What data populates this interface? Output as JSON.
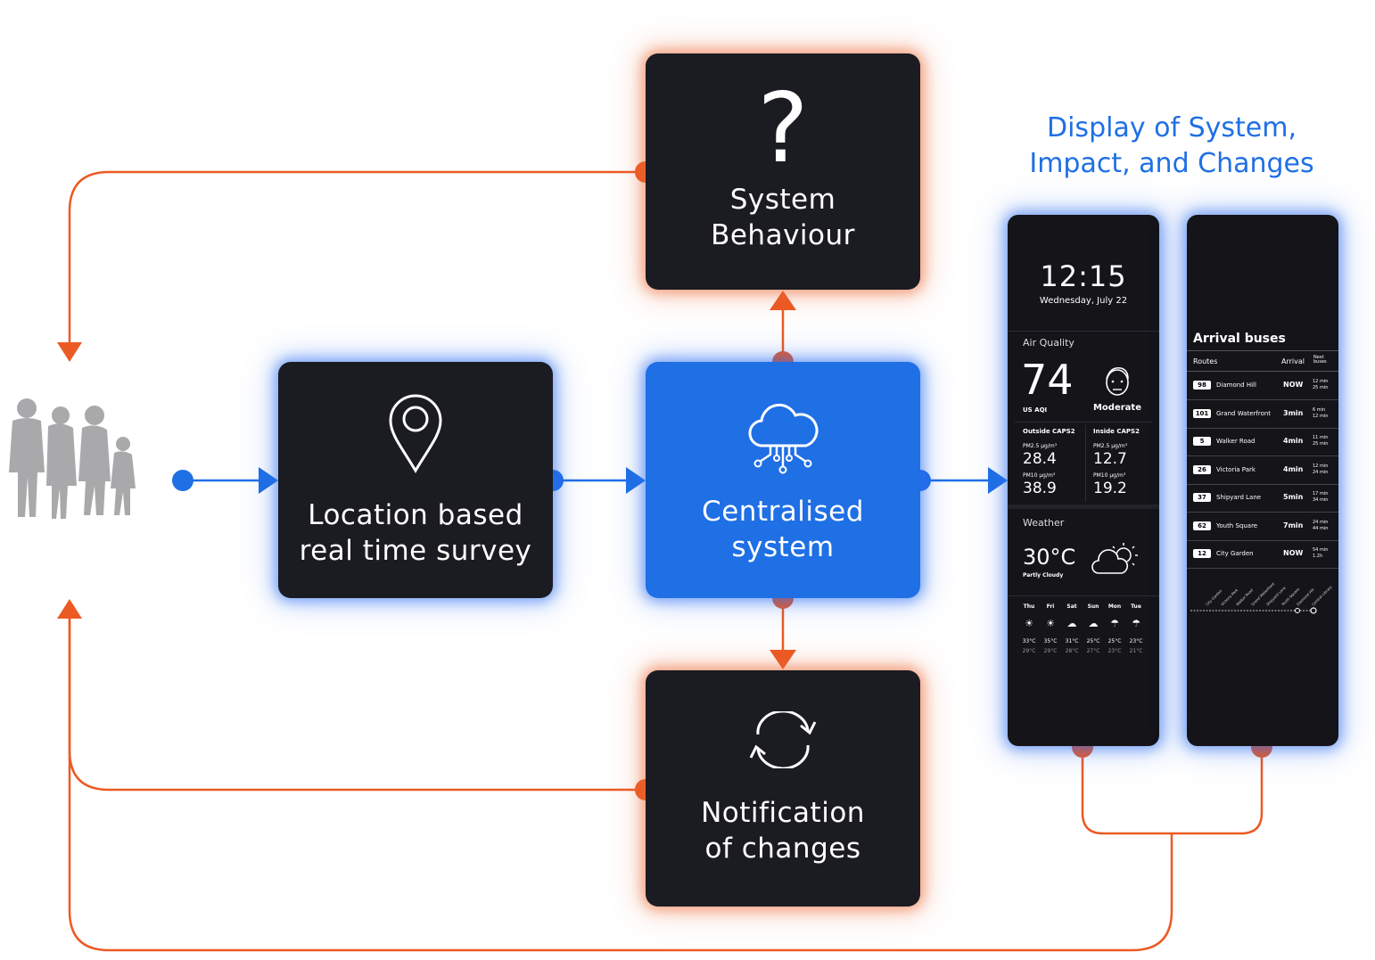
{
  "colors": {
    "orange": "#ec5a24",
    "blue": "#1f6fe5",
    "box": "#1b1b22",
    "panel": "#141419"
  },
  "people": {
    "icon": "family-silhouette-icon"
  },
  "boxes": {
    "behaviour": {
      "icon": "question-mark-icon",
      "glyph": "?",
      "label": "System\nBehaviour"
    },
    "survey": {
      "icon": "location-pin-icon",
      "label": "Location based\nreal time survey"
    },
    "central": {
      "icon": "cloud-network-icon",
      "label": "Centralised\nsystem"
    },
    "notify": {
      "icon": "refresh-cycle-icon",
      "label": "Notification\nof changes"
    }
  },
  "heading": "Display of System,\nImpact, and Changes",
  "weather_panel": {
    "time": "12:15",
    "date": "Wednesday, July 22",
    "air_quality": {
      "title": "Air Quality",
      "value": "74",
      "unit": "US AQI",
      "status": "Moderate",
      "face_icon": "neutral-face-icon",
      "outside": {
        "title": "Outside CAPS2",
        "pm25_label": "PM2.5 μg/m³",
        "pm25": "28.4",
        "pm10_label": "PM10 μg/m³",
        "pm10": "38.9"
      },
      "inside": {
        "title": "Inside CAPS2",
        "pm25_label": "PM2.5 μg/m³",
        "pm25": "12.7",
        "pm10_label": "PM10 μg/m³",
        "pm10": "19.2"
      }
    },
    "weather": {
      "title": "Weather",
      "temp": "30°C",
      "condition": "Partly Cloudy",
      "icon": "partly-cloudy-icon"
    },
    "forecast": [
      {
        "day": "Thu",
        "icon": "sun-icon",
        "high": "33°C",
        "low": "29°C"
      },
      {
        "day": "Fri",
        "icon": "sun-icon",
        "high": "35°C",
        "low": "29°C"
      },
      {
        "day": "Sat",
        "icon": "cloud-icon",
        "high": "31°C",
        "low": "28°C"
      },
      {
        "day": "Sun",
        "icon": "cloud-icon",
        "high": "25°C",
        "low": "27°C"
      },
      {
        "day": "Mon",
        "icon": "rain-cloud-icon",
        "high": "25°C",
        "low": "23°C"
      },
      {
        "day": "Tue",
        "icon": "rain-cloud-icon",
        "high": "23°C",
        "low": "21°C"
      }
    ]
  },
  "bus_panel": {
    "title": "Arrival buses",
    "headers": {
      "routes": "Routes",
      "arrival": "Arrival",
      "next": "Next buses"
    },
    "rows": [
      {
        "route": "98",
        "stop": "Diamond Hill",
        "arrival": "NOW",
        "next1": "12 min",
        "next2": "25 min"
      },
      {
        "route": "101",
        "stop": "Grand Waterfront",
        "arrival": "3min",
        "next1": "6 min",
        "next2": "12 min"
      },
      {
        "route": "5",
        "stop": "Walker Road",
        "arrival": "4min",
        "next1": "11 min",
        "next2": "25 min"
      },
      {
        "route": "26",
        "stop": "Victoria Park",
        "arrival": "4min",
        "next1": "12 min",
        "next2": "24 min"
      },
      {
        "route": "37",
        "stop": "Shipyard Lane",
        "arrival": "5min",
        "next1": "17 min",
        "next2": "34 min"
      },
      {
        "route": "62",
        "stop": "Youth Square",
        "arrival": "7min",
        "next1": "24 min",
        "next2": "44 min"
      },
      {
        "route": "12",
        "stop": "City Garden",
        "arrival": "NOW",
        "next1": "54 min",
        "next2": "1.2h"
      }
    ],
    "timeline_stops": [
      "City Garden",
      "Victoria Park",
      "Walker Road",
      "Grand Waterfront",
      "Shipyard Lane",
      "Youth Square",
      "Diamond Hill",
      "Central Library"
    ]
  }
}
